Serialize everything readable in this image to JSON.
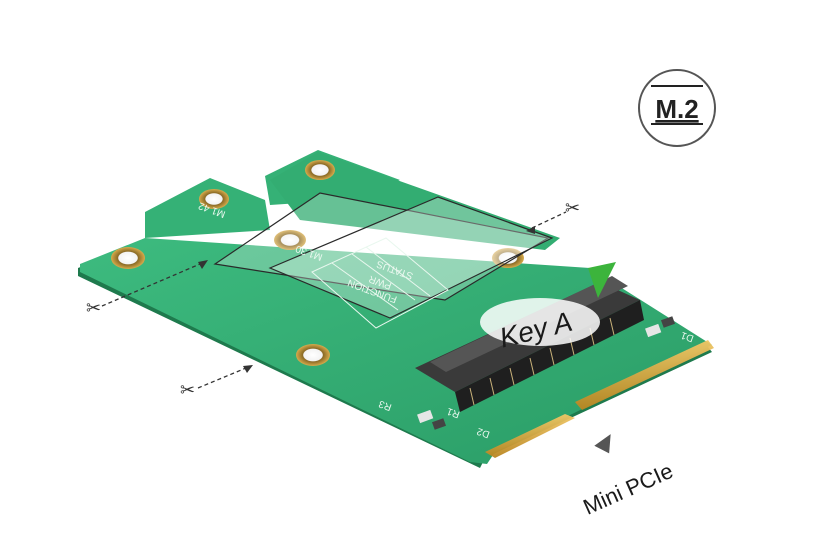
{
  "badge": {
    "text": "M.2"
  },
  "labels": {
    "key_a": "Key A",
    "mini_pcie": "Mini PCIe"
  },
  "silkscreen": {
    "m1_42": "M1 42",
    "m1_30": "M1 30",
    "function": "FUNCTION",
    "pwr": "PWR",
    "status": "STATUS",
    "r3": "R3",
    "d2": "D2",
    "r1": "R1",
    "d1": "D1"
  },
  "icons": {
    "scissors": "scissors-icon",
    "key_marker": "triangle-down-icon",
    "insert_arrow": "triangle-up-icon"
  },
  "colors": {
    "pcb": "#2ea86e",
    "pcb_dark": "#1f7a50",
    "gold": "#d6a63a",
    "key_marker": "#3cb43c",
    "badge_ring": "#555555"
  }
}
